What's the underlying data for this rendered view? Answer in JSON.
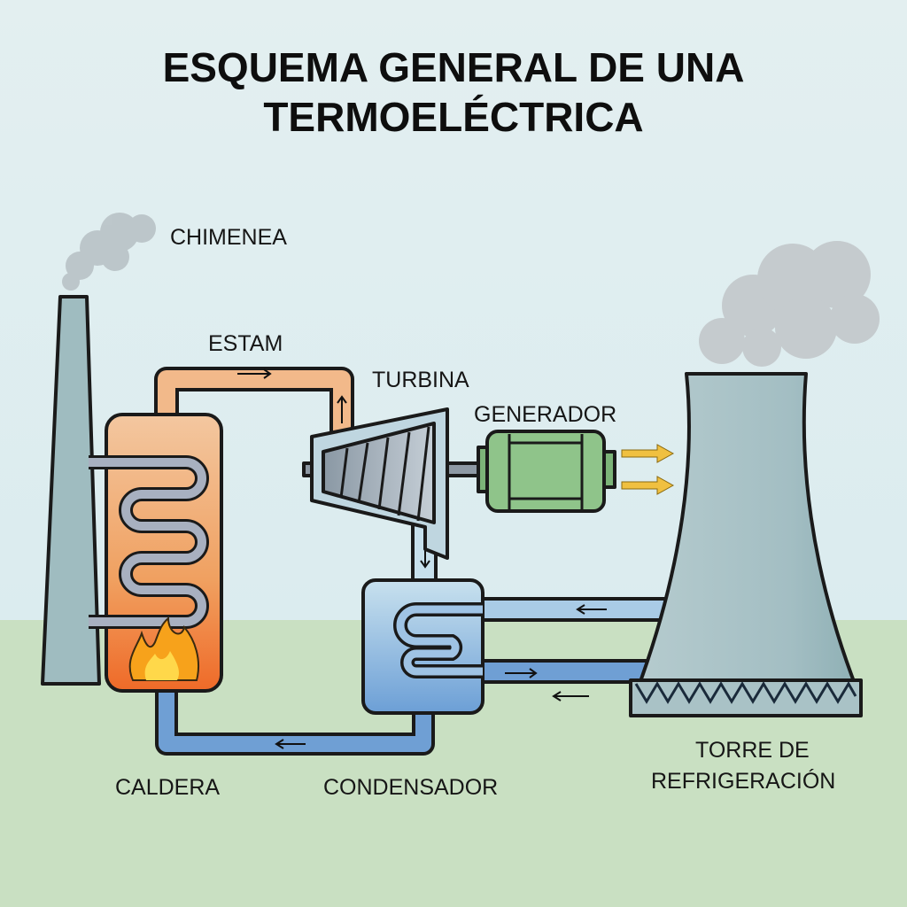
{
  "title": {
    "line1": "ESQUEMA GENERAL DE UNA",
    "line2": "TERMOELÉCTRICA"
  },
  "labels": {
    "chimney": "CHIMENEA",
    "steam": "ESTAM",
    "turbine": "TURBINA",
    "generator": "GENERADOR",
    "boiler": "CALDERA",
    "condenser": "CONDENSADOR",
    "tower_line1": "TORRE DE",
    "tower_line2": "REFRIGERACIÓN"
  },
  "colors": {
    "sky": "#deeef0",
    "ground": "#c9e0c2",
    "steam_pipe": "#f2b98a",
    "water": "#7fa9d8",
    "generator": "#8fc48a",
    "tower": "#a9c2c6"
  }
}
